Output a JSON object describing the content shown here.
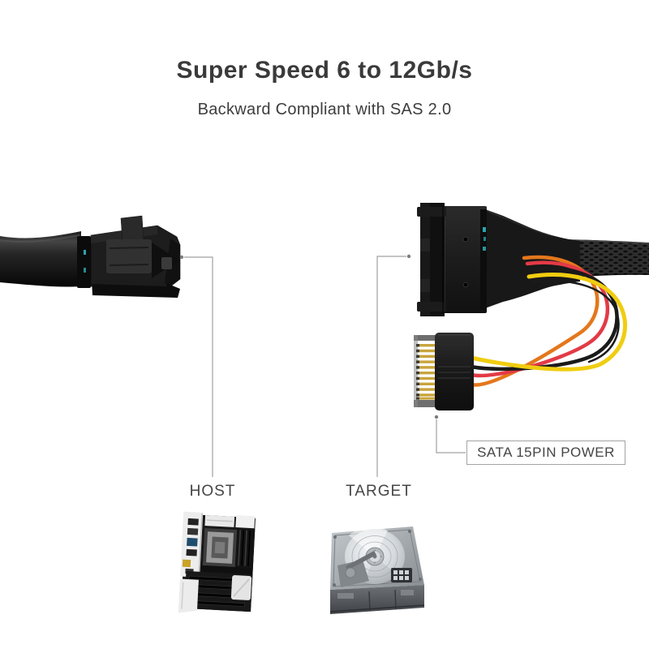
{
  "header": {
    "title": "Super Speed 6 to 12Gb/s",
    "subtitle": "Backward Compliant with SAS 2.0"
  },
  "labels": {
    "host": "HOST",
    "target": "TARGET",
    "sata_power": "SATA 15PIN POWER"
  },
  "illustrations": {
    "host_connector": "mini-sas-hd-cable-connector",
    "target_connector": "u2-drive-connector-with-braided-cable",
    "power_connector": "sata-15pin-power-male-connector",
    "host_device": "motherboard-photo",
    "target_device": "hard-disk-drive-photo"
  },
  "colors": {
    "text": "#3a3a3a",
    "callout_line": "#a0a0a0",
    "callout_dot": "#7d7d7d",
    "wire_yellow": "#f0cd10",
    "wire_red": "#e23b46",
    "wire_orange": "#e4771c",
    "wire_black": "#1a1a1a",
    "connector_body": "#1b1b1b",
    "teal_accent": "#2fb6bd"
  }
}
